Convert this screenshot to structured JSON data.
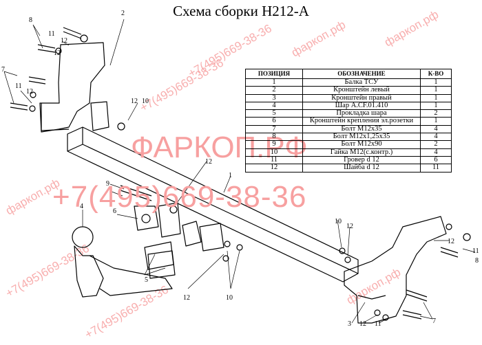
{
  "title": "Схема сборки H212-A",
  "table": {
    "headers": [
      "ПОЗИЦИЯ",
      "ОБОЗНАЧЕНИЕ",
      "К-ВО"
    ],
    "rows": [
      [
        "1",
        "Балка ТСУ",
        "1"
      ],
      [
        "2",
        "Кронштейн левый",
        "1"
      ],
      [
        "3",
        "Кронштейн правый",
        "1"
      ],
      [
        "4",
        "Шар A.CF.01.410",
        "1"
      ],
      [
        "5",
        "Прокладка шара",
        "2"
      ],
      [
        "6",
        "Кронштейн крепления эл.розетки",
        "1"
      ],
      [
        "7",
        "Болт M12x35",
        "4"
      ],
      [
        "8",
        "Болт M12x1,25x35",
        "4"
      ],
      [
        "9",
        "Болт M12x90",
        "2"
      ],
      [
        "10",
        "Гайка M12(с.контр.)",
        "4"
      ],
      [
        "11",
        "Гровер d 12",
        "6"
      ],
      [
        "12",
        "Шайба d 12",
        "11"
      ]
    ]
  },
  "watermark": {
    "brand": "ФАРКОП.РФ",
    "phone": "+7(495)669-38-36",
    "diag_lines": [
      "фаркоп.рф",
      "+7(495)669-38-36",
      "фаркоп.рф",
      "+7(495)669-38-36",
      "фаркоп.рф",
      "+7(495)669-38-36",
      "фаркоп.рф",
      "+7(495)669-38-36"
    ]
  },
  "callouts": [
    "1",
    "2",
    "3",
    "4",
    "5",
    "6",
    "7",
    "8",
    "9",
    "10",
    "11",
    "12"
  ],
  "colors": {
    "watermark": "#f7a0a0",
    "line": "#000000"
  }
}
